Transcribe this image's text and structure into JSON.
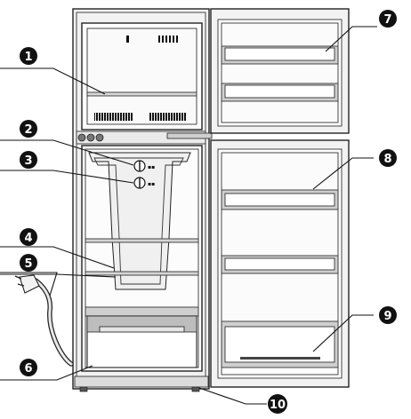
{
  "callouts": [
    {
      "id": "1",
      "label": "1",
      "part": "freezer-shelf"
    },
    {
      "id": "2",
      "label": "2",
      "part": "temperature-control-upper"
    },
    {
      "id": "3",
      "label": "3",
      "part": "temperature-control-lower"
    },
    {
      "id": "4",
      "label": "4",
      "part": "refrigerator-shelf-upper"
    },
    {
      "id": "5",
      "label": "5",
      "part": "refrigerator-shelf-lower"
    },
    {
      "id": "6",
      "label": "6",
      "part": "crisper-drawer"
    },
    {
      "id": "7",
      "label": "7",
      "part": "freezer-door-shelf"
    },
    {
      "id": "8",
      "label": "8",
      "part": "refrigerator-door-shelf"
    },
    {
      "id": "9",
      "label": "9",
      "part": "door-bottle-shelf"
    },
    {
      "id": "10",
      "label": "10",
      "part": "leveling-foot"
    }
  ],
  "colors": {
    "outline": "#222222",
    "callout_fill": "#111111",
    "cabinet_fill": "#f4f4f4",
    "liner_fill": "#ffffff",
    "shade": "#cfcfcf",
    "dark_shade": "#9a9a9a"
  }
}
